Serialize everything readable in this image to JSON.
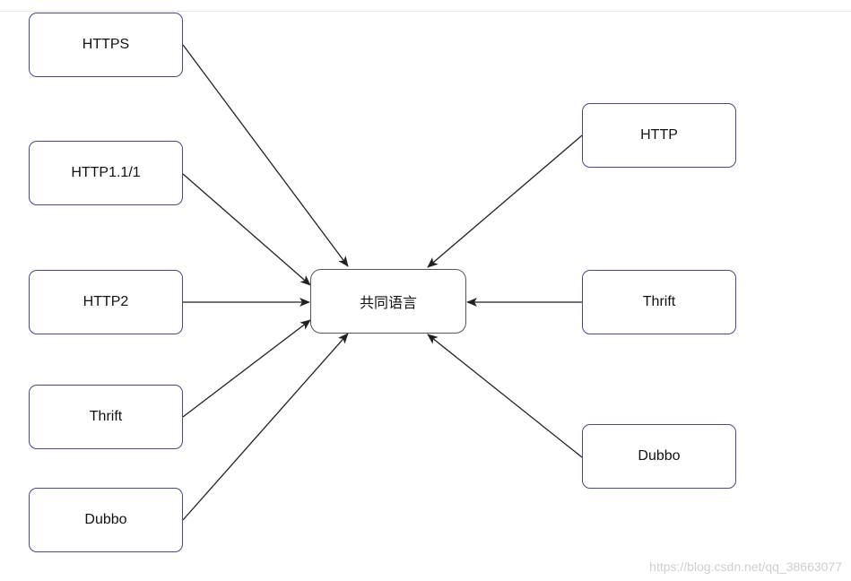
{
  "diagram": {
    "center_label": "共同语言",
    "left_nodes": [
      "HTTPS",
      "HTTP1.1/1",
      "HTTP2",
      "Thrift",
      "Dubbo"
    ],
    "right_nodes": [
      "HTTP",
      "Thrift",
      "Dubbo"
    ],
    "edges": [
      {
        "from": "HTTPS",
        "to": "共同语言"
      },
      {
        "from": "HTTP1.1/1",
        "to": "共同语言"
      },
      {
        "from": "HTTP2",
        "to": "共同语言"
      },
      {
        "from": "Thrift",
        "to": "共同语言"
      },
      {
        "from": "Dubbo",
        "to": "共同语言"
      },
      {
        "from": "HTTP",
        "to": "共同语言"
      },
      {
        "from": "Thrift",
        "to": "共同语言"
      },
      {
        "from": "Dubbo",
        "to": "共同语言"
      }
    ],
    "line_color": "#222222",
    "node_border_color": "#444a8c"
  },
  "watermark": "https://blog.csdn.net/qq_38663077"
}
